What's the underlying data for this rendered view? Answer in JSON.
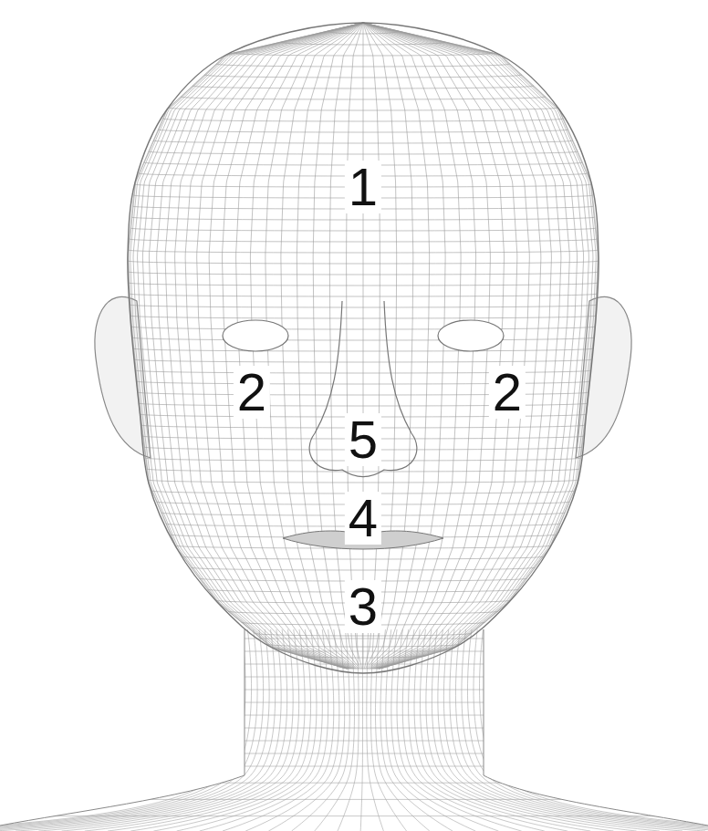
{
  "diagram": {
    "labels": [
      "1",
      "2",
      "2",
      "5",
      "4",
      "3"
    ]
  }
}
